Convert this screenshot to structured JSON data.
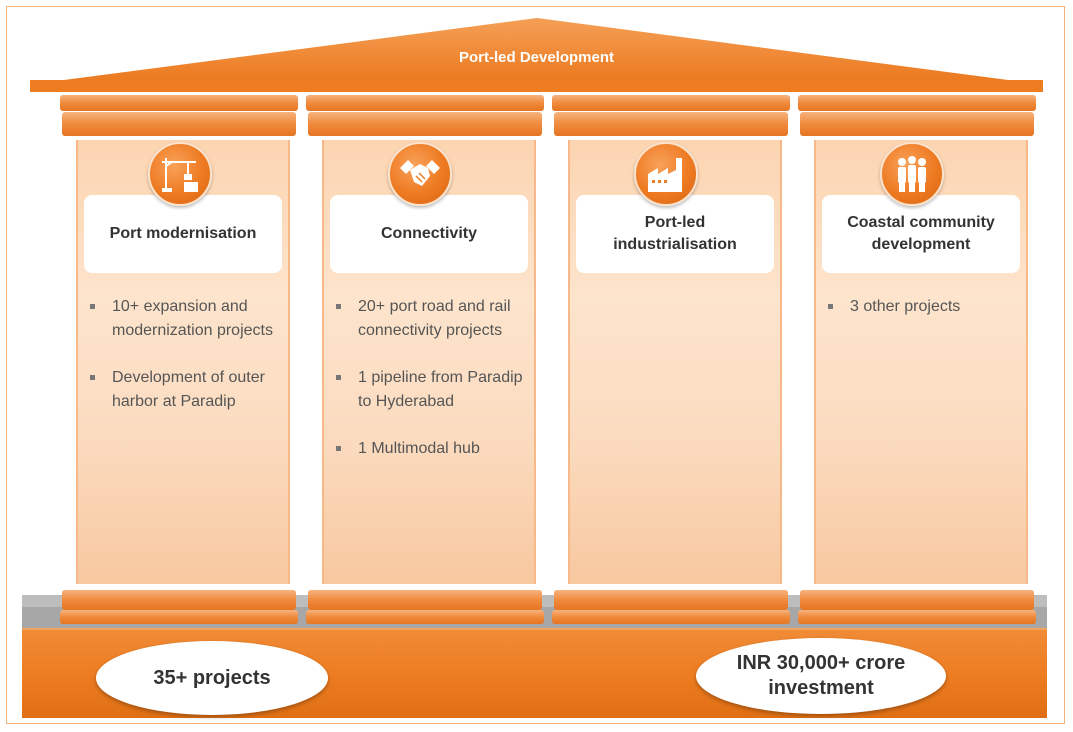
{
  "roof": {
    "title": "Port-led Development"
  },
  "pillars": [
    {
      "title": "Port modernisation",
      "icon": "crane-icon",
      "bullets": [
        "10+ expansion and modernization projects",
        "Development of outer harbor at Paradip"
      ]
    },
    {
      "title": "Connectivity",
      "icon": "handshake-icon",
      "bullets": [
        "20+ port road and rail connectivity projects",
        "1 pipeline from Paradip to Hyderabad",
        "1 Multimodal hub"
      ]
    },
    {
      "title": "Port-led industrialisation",
      "icon": "factory-icon",
      "bullets": []
    },
    {
      "title": "Coastal community development",
      "icon": "people-icon",
      "bullets": [
        "3 other projects"
      ]
    }
  ],
  "base": {
    "left_label": "35+ projects",
    "right_label": "INR 30,000+ crore investment"
  },
  "colors": {
    "accent": "#ee7d22",
    "shaft_light": "#fde4cc",
    "base_gray": "#a7a7a7"
  }
}
